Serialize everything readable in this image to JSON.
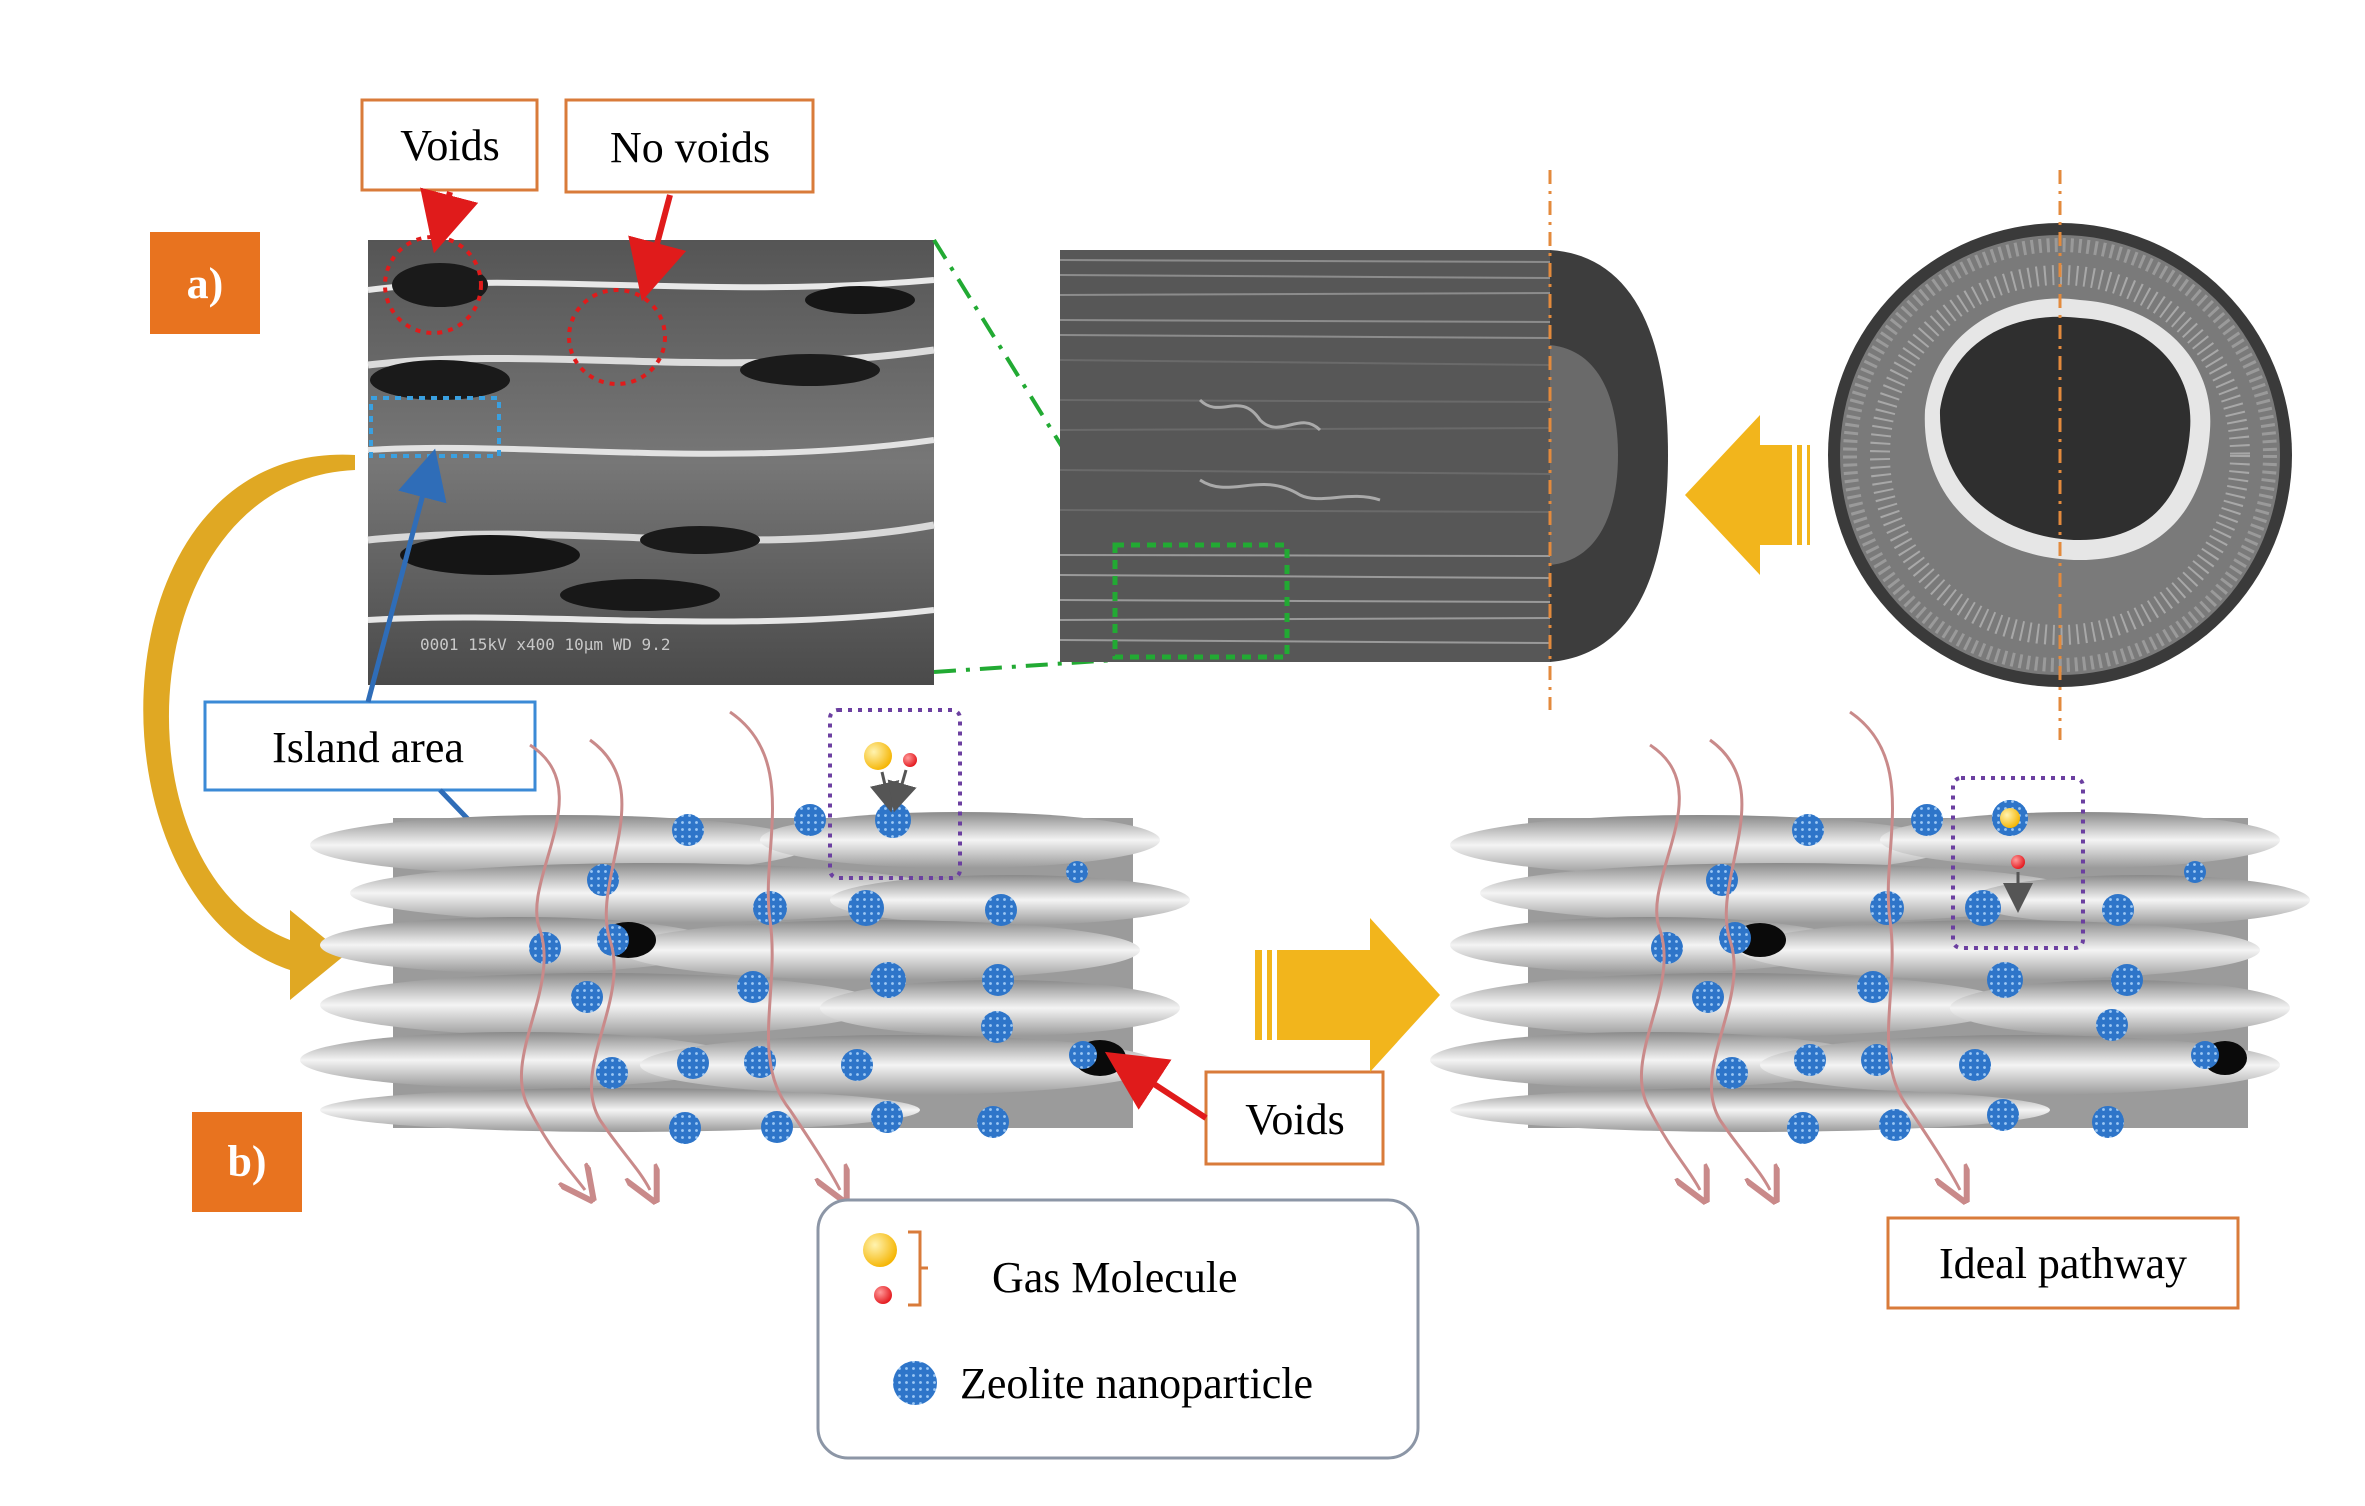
{
  "panels": {
    "a": "a)",
    "b": "b)"
  },
  "callouts": {
    "voids_top": "Voids",
    "no_voids": "No voids",
    "island_area": "Island area",
    "voids_bottom": "Voids",
    "ideal_pathway": "Ideal pathway"
  },
  "legend": {
    "gas_molecule": "Gas Molecule",
    "zeolite": "Zeolite nanoparticle"
  },
  "sem_scalebar": "0001 15kV   x400  10µm  WD 9.2",
  "colors": {
    "badge_orange": "#e8731f",
    "callout_border": "#d97b3a",
    "red_marker": "#e01b1b",
    "blue_marker": "#2f8ad6",
    "green_zoom": "#22aa33",
    "purple_box": "#6b3fa0",
    "zeolite_blue": "#2e75c9",
    "gas_yellow": "#f5b400",
    "gas_red": "#e3161b",
    "pathway_pink": "#c98a8a",
    "arrow_gold": "#f2b51c",
    "axis_orange": "#e38a3c"
  }
}
